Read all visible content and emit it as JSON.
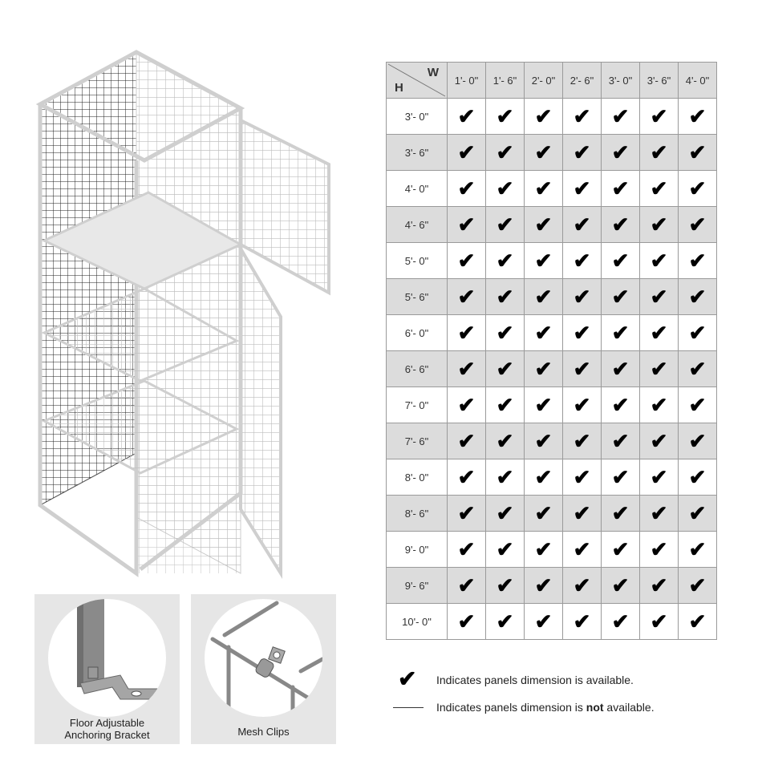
{
  "table": {
    "corner_w": "W",
    "corner_h": "H",
    "widths": [
      "1'- 0\"",
      "1'- 6\"",
      "2'- 0\"",
      "2'- 6\"",
      "3'- 0\"",
      "3'- 6\"",
      "4'- 0\""
    ],
    "heights": [
      "3'- 0\"",
      "3'- 6\"",
      "4'- 0\"",
      "4'- 6\"",
      "5'- 0\"",
      "5'- 6\"",
      "6'- 0\"",
      "6'- 6\"",
      "7'- 0\"",
      "7'- 6\"",
      "8'- 0\"",
      "8'- 6\"",
      "9'- 0\"",
      "9'- 6\"",
      "10'- 0\""
    ],
    "available_symbol": "✔",
    "all_available": true
  },
  "legend": {
    "available_symbol": "✔",
    "available_text": "Indicates panels dimension is available.",
    "not_available_prefix": "Indicates panels dimension is ",
    "not_available_bold": "not",
    "not_available_suffix": " available."
  },
  "insets": {
    "bracket_caption_line1": "Floor Adjustable",
    "bracket_caption_line2": "Anchoring Bracket",
    "clips_caption": "Mesh Clips"
  }
}
